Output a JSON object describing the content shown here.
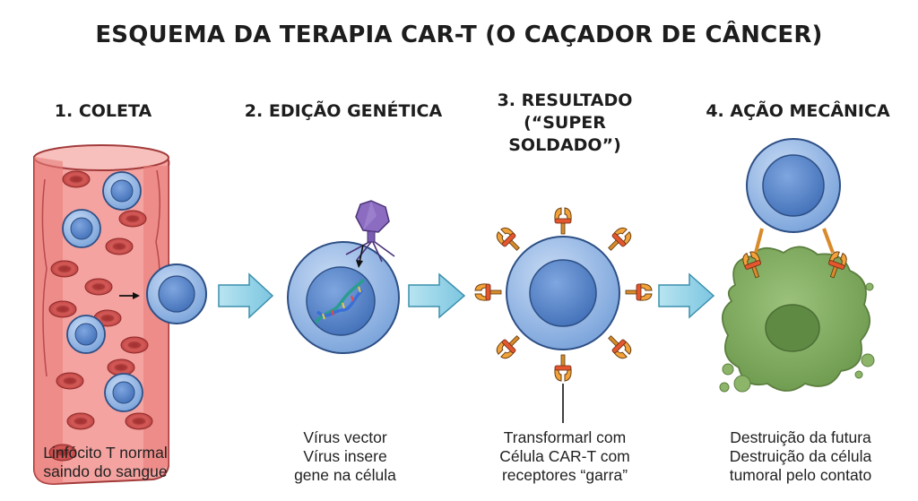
{
  "title": "ESQUEMA DA TERAPIA CAR-T (O CAÇADOR DE CÂNCER)",
  "steps": [
    {
      "title_lines": [
        "1. COLETA"
      ],
      "caption_lines": [
        "Linfócito T normal",
        "saindo do sangue"
      ]
    },
    {
      "title_lines": [
        "2. EDIÇÃO GENÉTICA"
      ],
      "caption_lines": [
        "Vírus vector",
        "Vírus insere",
        "gene na célula"
      ]
    },
    {
      "title_lines": [
        "3. RESULTADO",
        "(“SUPER SOLDADO”)"
      ],
      "caption_lines": [
        "Transformarl com",
        "Célula CAR-T com",
        "receptores “garra”"
      ]
    },
    {
      "title_lines": [
        "4. AÇÃO MECÂNICA"
      ],
      "caption_lines": [
        "Destruição da futura",
        "Destruição da célula",
        "tumoral pelo contato"
      ]
    }
  ],
  "colors": {
    "vessel": "#ee8e8c",
    "red_cell": "#c94a4a",
    "t_cell": "#8fb4e3",
    "t_cell_nucleus": "#4f7fc4",
    "virus": "#8b6cc1",
    "dna_a": "#2a9d8f",
    "dna_b": "#3a6fd8",
    "receptor": "#f2a23a",
    "tumor": "#84ad62",
    "arrow": "#8fd0e6"
  }
}
